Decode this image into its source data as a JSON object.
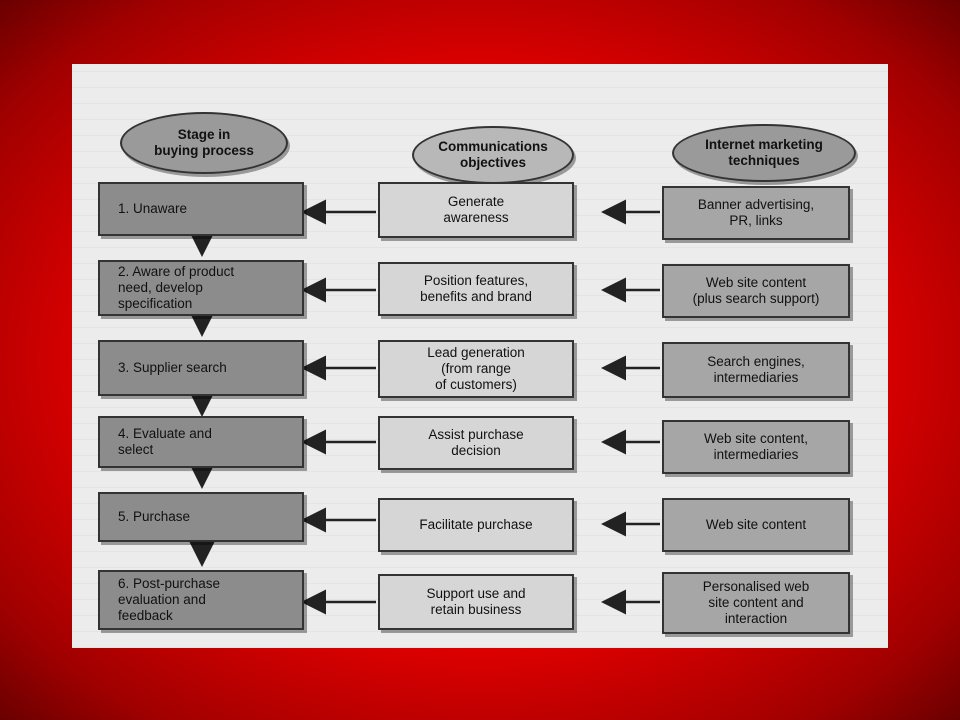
{
  "headers": {
    "stage": "Stage in\nbuying process",
    "objectives": "Communications\nobjectives",
    "techniques": "Internet marketing\ntechniques"
  },
  "rows": [
    {
      "stage": "1. Unaware",
      "objective": "Generate\nawareness",
      "technique": "Banner advertising,\nPR, links"
    },
    {
      "stage": "2. Aware of product\nneed, develop\nspecification",
      "objective": "Position features,\nbenefits and brand",
      "technique": "Web site content\n(plus search support)"
    },
    {
      "stage": "3. Supplier search",
      "objective": "Lead generation\n(from range\nof customers)",
      "technique": "Search engines,\nintermediaries"
    },
    {
      "stage": "4. Evaluate and\nselect",
      "objective": "Assist purchase\ndecision",
      "technique": "Web site content,\nintermediaries"
    },
    {
      "stage": "5. Purchase",
      "objective": "Facilitate purchase",
      "technique": "Web site content"
    },
    {
      "stage": "6. Post-purchase\nevaluation and\nfeedback",
      "objective": "Support use and\nretain business",
      "technique": "Personalised web\nsite content and\ninteraction"
    }
  ],
  "colors": {
    "frame": "#e00000",
    "stage_fill": "#8c8c8c",
    "objective_fill": "#d6d6d6",
    "technique_fill": "#a6a6a6"
  }
}
